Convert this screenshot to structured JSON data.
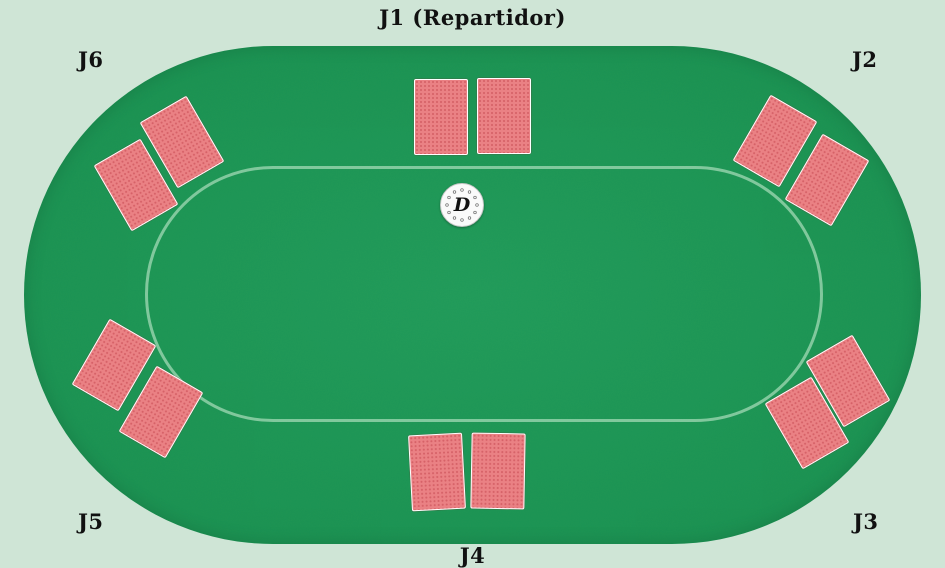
{
  "players": {
    "j1": "J1 (Repartidor)",
    "j2": "J2",
    "j3": "J3",
    "j4": "J4",
    "j5": "J5",
    "j6": "J6"
  },
  "dealer_button": {
    "letter": "D"
  },
  "colors": {
    "background": "#cfe5d6",
    "felt": "#1f9a55",
    "card_back": "#ea8184",
    "betting_line": "#c3ebcd"
  },
  "icons": {
    "dealer": "dealer-button-icon",
    "card": "card-back-icon"
  }
}
